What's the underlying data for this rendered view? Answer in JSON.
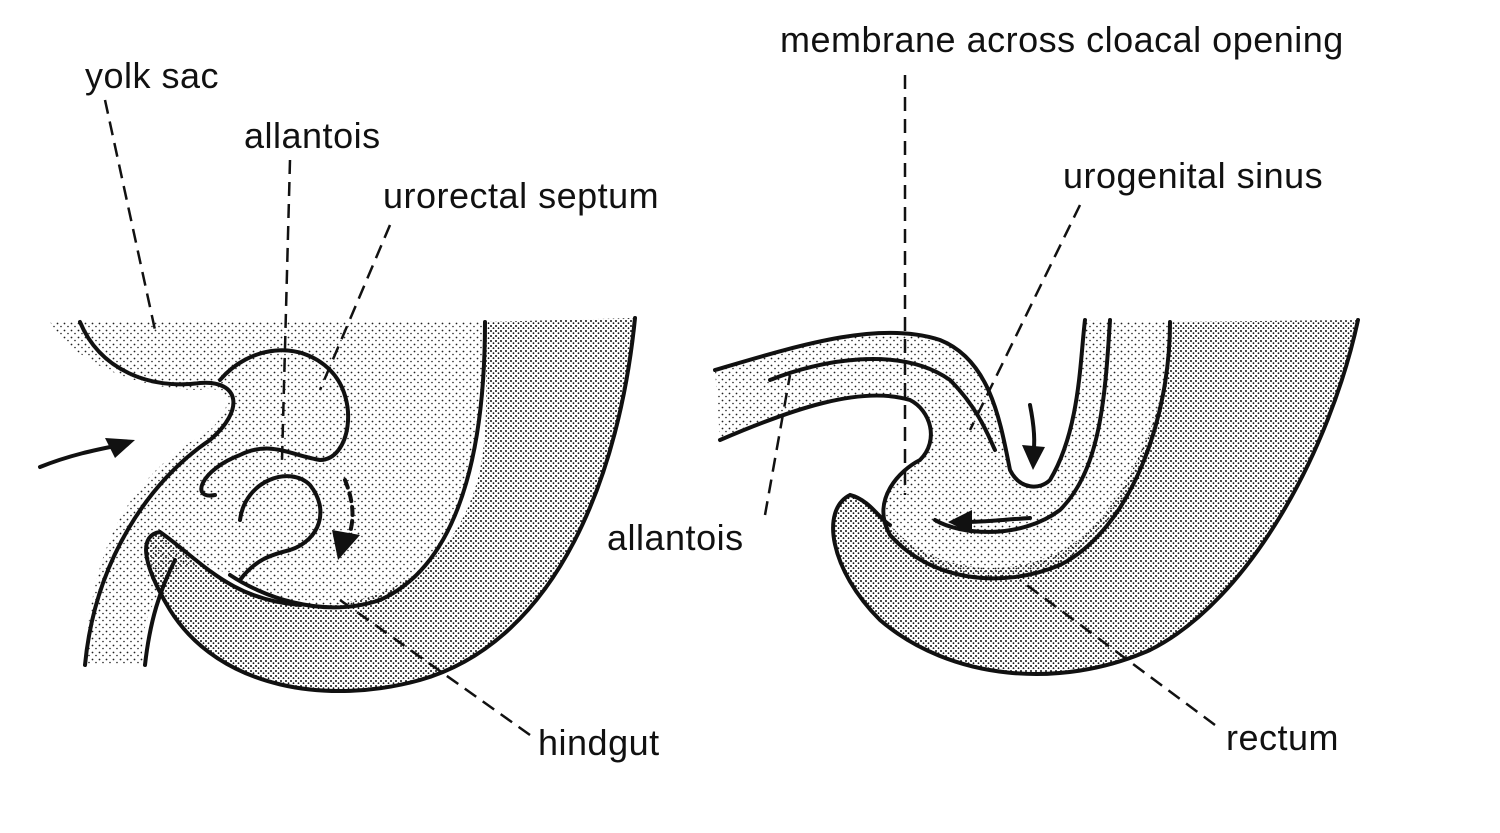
{
  "title": "Division of the cloaca by the urorectal septum",
  "left_figure": {
    "labels": {
      "yolk_sac": "yolk sac",
      "allantois": "allantois",
      "urorectal_septum": "urorectal septum",
      "hindgut": "hindgut"
    }
  },
  "right_figure": {
    "labels": {
      "membrane": "membrane across cloacal opening",
      "urogenital_sinus": "urogenital sinus",
      "allantois": "allantois",
      "rectum": "rectum"
    }
  }
}
